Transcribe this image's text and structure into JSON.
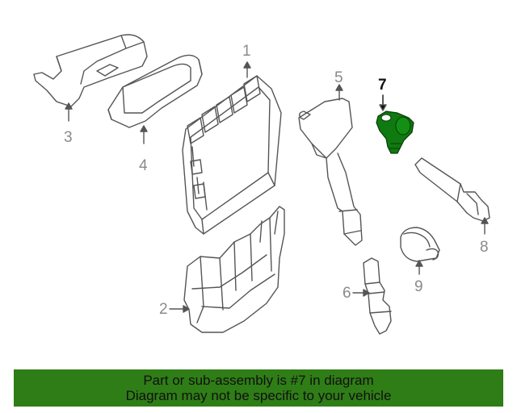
{
  "callouts": {
    "c1": "1",
    "c2": "2",
    "c3": "3",
    "c4": "4",
    "c5": "5",
    "c6": "6",
    "c7": "7",
    "c8": "8",
    "c9": "9"
  },
  "highlighted_part": "7",
  "colors": {
    "highlight_part": "#0f7a0f",
    "footer_background": "#2f7d16",
    "line_art": "#555555",
    "callout_text": "#8a8a8a"
  },
  "footer": {
    "line1": "Part or sub-assembly is #7 in diagram",
    "line2": "Diagram may not be specific to your vehicle"
  }
}
